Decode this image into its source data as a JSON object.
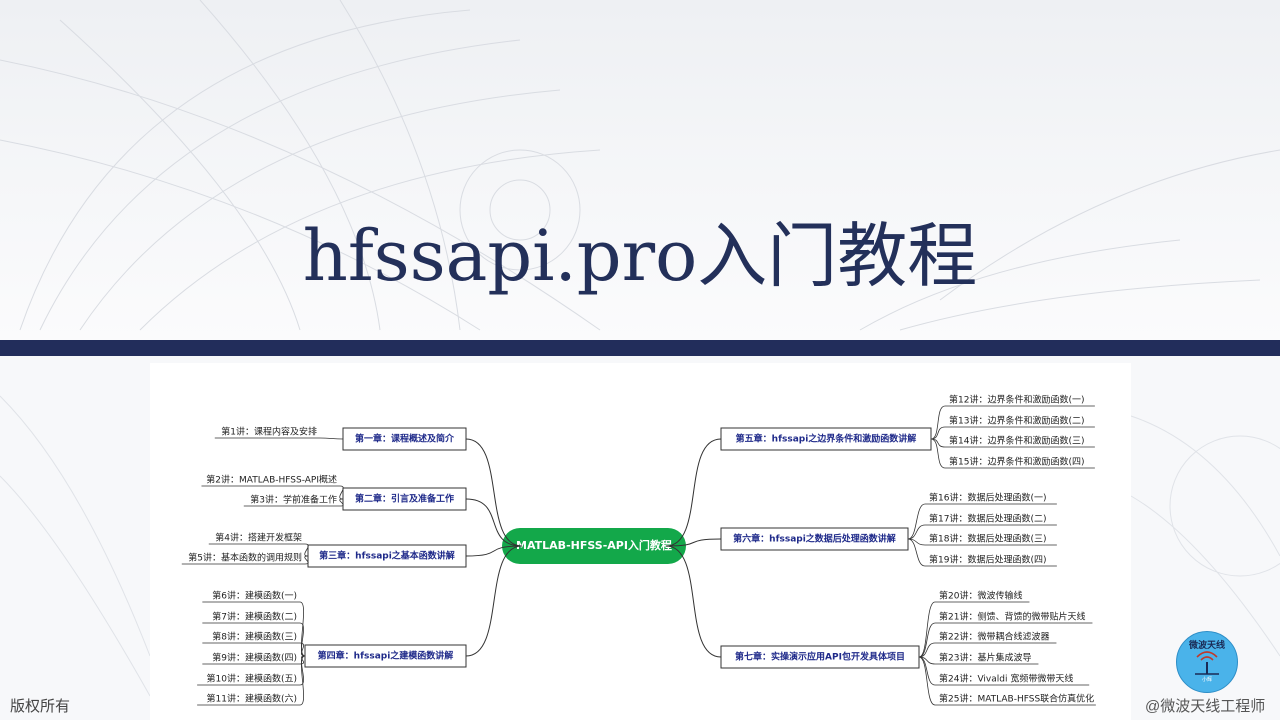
{
  "title": "hfssapi.pro入门教程",
  "footer": {
    "left": "版权所有",
    "right": "@微波天线工程师"
  },
  "logo": {
    "text": "微波天线",
    "sub": "小辉"
  },
  "mindmap": {
    "root": "MATLAB-HFSS-API入门教程",
    "left": [
      {
        "chapter": "第一章：课程概述及简介",
        "lectures": [
          "第1讲：课程内容及安排"
        ]
      },
      {
        "chapter": "第二章：引言及准备工作",
        "lectures": [
          "第2讲：MATLAB-HFSS-API概述",
          "第3讲：学前准备工作"
        ]
      },
      {
        "chapter": "第三章：hfssapi之基本函数讲解",
        "lectures": [
          "第4讲：搭建开发框架",
          "第5讲：基本函数的调用规则"
        ]
      },
      {
        "chapter": "第四章：hfssapi之建模函数讲解",
        "lectures": [
          "第6讲：建模函数(一)",
          "第7讲：建模函数(二)",
          "第8讲：建模函数(三)",
          "第9讲：建模函数(四)",
          "第10讲：建模函数(五)",
          "第11讲：建模函数(六)"
        ]
      }
    ],
    "right": [
      {
        "chapter": "第五章：hfssapi之边界条件和激励函数讲解",
        "lectures": [
          "第12讲：边界条件和激励函数(一)",
          "第13讲：边界条件和激励函数(二)",
          "第14讲：边界条件和激励函数(三)",
          "第15讲：边界条件和激励函数(四)"
        ]
      },
      {
        "chapter": "第六章：hfssapi之数据后处理函数讲解",
        "lectures": [
          "第16讲：数据后处理函数(一)",
          "第17讲：数据后处理函数(二)",
          "第18讲：数据后处理函数(三)",
          "第19讲：数据后处理函数(四)"
        ]
      },
      {
        "chapter": "第七章：实操演示应用API包开发具体项目",
        "lectures": [
          "第20讲：微波传输线",
          "第21讲：侧馈、背馈的微带贴片天线",
          "第22讲：微带耦合线滤波器",
          "第23讲：基片集成波导",
          "第24讲：Vivaldi 宽频带微带天线",
          "第25讲：MATLAB-HFSS联合仿真优化"
        ]
      }
    ]
  },
  "colors": {
    "band": "#222d5b",
    "title": "#23305a",
    "root_fill": "#13a84a",
    "chapter_text": "#1f2a8a",
    "line": "#333333"
  }
}
